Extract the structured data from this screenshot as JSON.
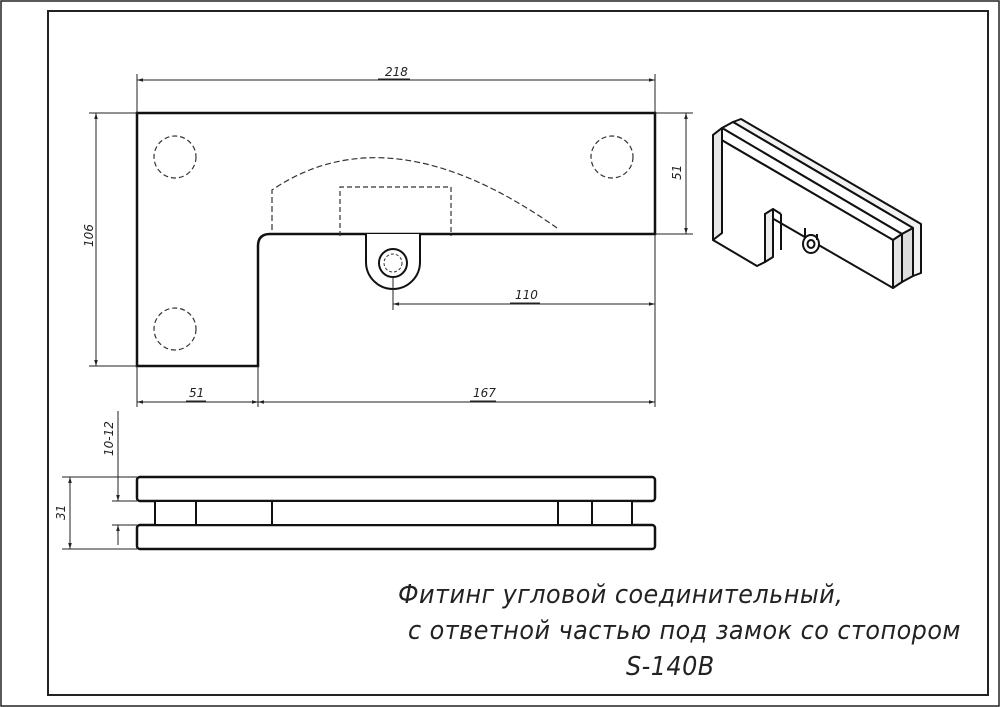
{
  "dimensions": {
    "total_width": "218",
    "total_height": "106",
    "right_height": "51",
    "hole_offset": "110",
    "left_width": "51",
    "right_width": "167",
    "glass_gap": "10-12",
    "thickness": "31"
  },
  "title": {
    "line1": "Фитинг угловой соединительный,",
    "line2": "с ответной частью под замок со стопором",
    "model": "S-140B"
  }
}
